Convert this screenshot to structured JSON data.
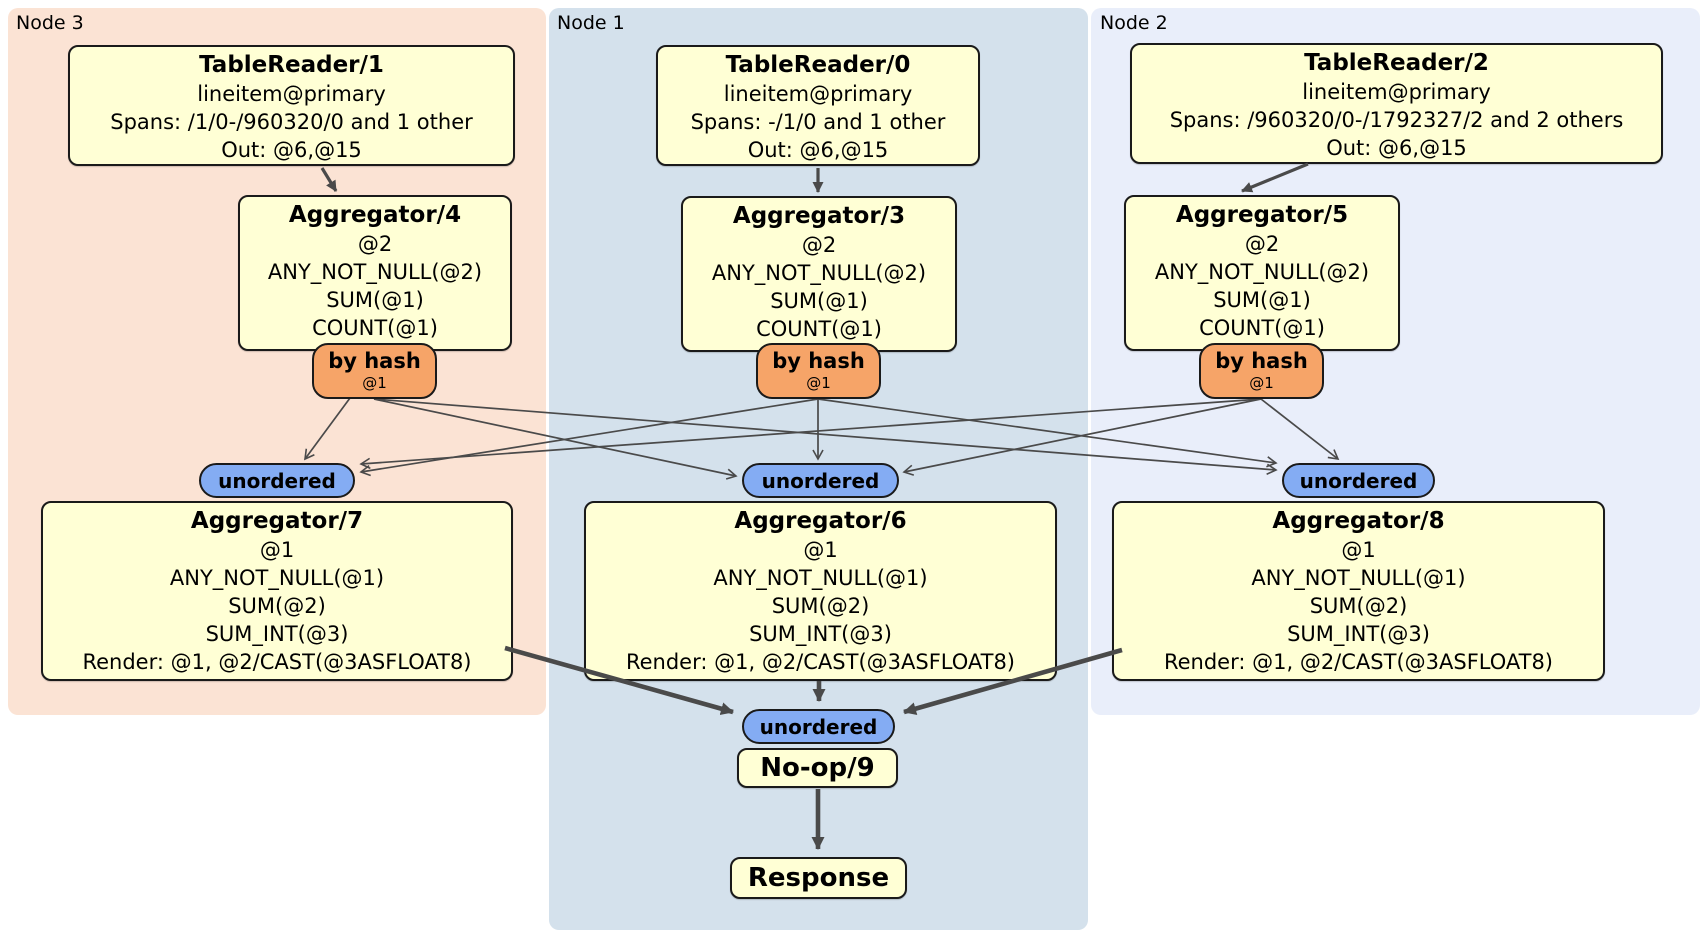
{
  "diagram": {
    "title_hint": "DistSQL physical plan",
    "regions": [
      {
        "id": "node3",
        "label": "Node 3"
      },
      {
        "id": "node1",
        "label": "Node 1"
      },
      {
        "id": "node2",
        "label": "Node 2"
      }
    ],
    "colors": {
      "node3_bg": "#fbe3d4",
      "node1_bg": "#d4e1ec",
      "node2_bg": "#e9eefa",
      "processor_bg": "#ffffd5",
      "router_bg": "#f6a468",
      "sync_bg": "#84acf3",
      "edge": "#4a4a4a",
      "border": "#1a1a1a"
    },
    "processors": {
      "tablereader1": {
        "title": "TableReader/1",
        "lines": [
          "lineitem@primary",
          "Spans: /1/0-/960320/0 and 1 other",
          "Out: @6,@15"
        ]
      },
      "tablereader0": {
        "title": "TableReader/0",
        "lines": [
          "lineitem@primary",
          "Spans: -/1/0 and 1 other",
          "Out: @6,@15"
        ]
      },
      "tablereader2": {
        "title": "TableReader/2",
        "lines": [
          "lineitem@primary",
          "Spans: /960320/0-/1792327/2 and 2 others",
          "Out: @6,@15"
        ]
      },
      "aggregator4": {
        "title": "Aggregator/4",
        "lines": [
          "@2",
          "ANY_NOT_NULL(@2)",
          "SUM(@1)",
          "COUNT(@1)"
        ]
      },
      "aggregator3": {
        "title": "Aggregator/3",
        "lines": [
          "@2",
          "ANY_NOT_NULL(@2)",
          "SUM(@1)",
          "COUNT(@1)"
        ]
      },
      "aggregator5": {
        "title": "Aggregator/5",
        "lines": [
          "@2",
          "ANY_NOT_NULL(@2)",
          "SUM(@1)",
          "COUNT(@1)"
        ]
      },
      "aggregator7": {
        "title": "Aggregator/7",
        "lines": [
          "@1",
          "ANY_NOT_NULL(@1)",
          "SUM(@2)",
          "SUM_INT(@3)",
          "Render: @1, @2/CAST(@3ASFLOAT8)"
        ]
      },
      "aggregator6": {
        "title": "Aggregator/6",
        "lines": [
          "@1",
          "ANY_NOT_NULL(@1)",
          "SUM(@2)",
          "SUM_INT(@3)",
          "Render: @1, @2/CAST(@3ASFLOAT8)"
        ]
      },
      "aggregator8": {
        "title": "Aggregator/8",
        "lines": [
          "@1",
          "ANY_NOT_NULL(@1)",
          "SUM(@2)",
          "SUM_INT(@3)",
          "Render: @1, @2/CAST(@3ASFLOAT8)"
        ]
      },
      "noop9": {
        "title": "No-op/9",
        "lines": []
      },
      "response": {
        "title": "Response",
        "lines": []
      }
    },
    "router": {
      "label": "by hash",
      "detail": "@1"
    },
    "sync": {
      "label": "unordered"
    }
  }
}
